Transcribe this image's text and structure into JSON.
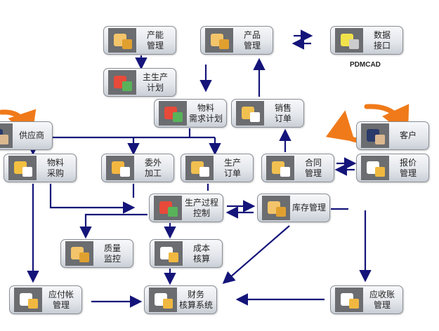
{
  "nodes": [
    {
      "id": "capacity",
      "label": "产能\n管理",
      "icon": "boxes-icon"
    },
    {
      "id": "product",
      "label": "产品\n管理",
      "icon": "boxes-icon"
    },
    {
      "id": "data-interface",
      "label": "数据\n接口",
      "icon": "cad-icon"
    },
    {
      "id": "master-plan",
      "label": "主生产\n计划",
      "icon": "chart-icon"
    },
    {
      "id": "mrp",
      "label": "物料\n需求计划",
      "icon": "chart-icon"
    },
    {
      "id": "sales-order",
      "label": "销售\n订单",
      "icon": "clipboard-icon"
    },
    {
      "id": "supplier",
      "label": "供应商",
      "icon": "person-icon"
    },
    {
      "id": "customer",
      "label": "客户",
      "icon": "person-icon"
    },
    {
      "id": "purchase",
      "label": "物料\n采购",
      "icon": "truck-icon"
    },
    {
      "id": "outsource",
      "label": "委外\n加工",
      "icon": "package-icon"
    },
    {
      "id": "production-order",
      "label": "生产\n订单",
      "icon": "clipboard-icon"
    },
    {
      "id": "contract",
      "label": "合同\n管理",
      "icon": "clipboard-icon"
    },
    {
      "id": "quotation",
      "label": "报价\n管理",
      "icon": "document-icon"
    },
    {
      "id": "process-control",
      "label": "生产过程\n控制",
      "icon": "chart-icon"
    },
    {
      "id": "inventory",
      "label": "库存管理",
      "icon": "boxes-icon"
    },
    {
      "id": "quality",
      "label": "质量\n监控",
      "icon": "boxes-icon"
    },
    {
      "id": "cost",
      "label": "成本\n核算",
      "icon": "document-icon"
    },
    {
      "id": "payable",
      "label": "应付帐\n管理",
      "icon": "document-icon"
    },
    {
      "id": "finance",
      "label": "财务\n核算系统",
      "icon": "document-icon"
    },
    {
      "id": "receivable",
      "label": "应收账\n管理",
      "icon": "document-icon"
    }
  ],
  "caption": "PDMCAD",
  "colors": {
    "arrow": "#14147a",
    "cycle": "#f07a1a",
    "icon_bg": "#6b6d70"
  }
}
